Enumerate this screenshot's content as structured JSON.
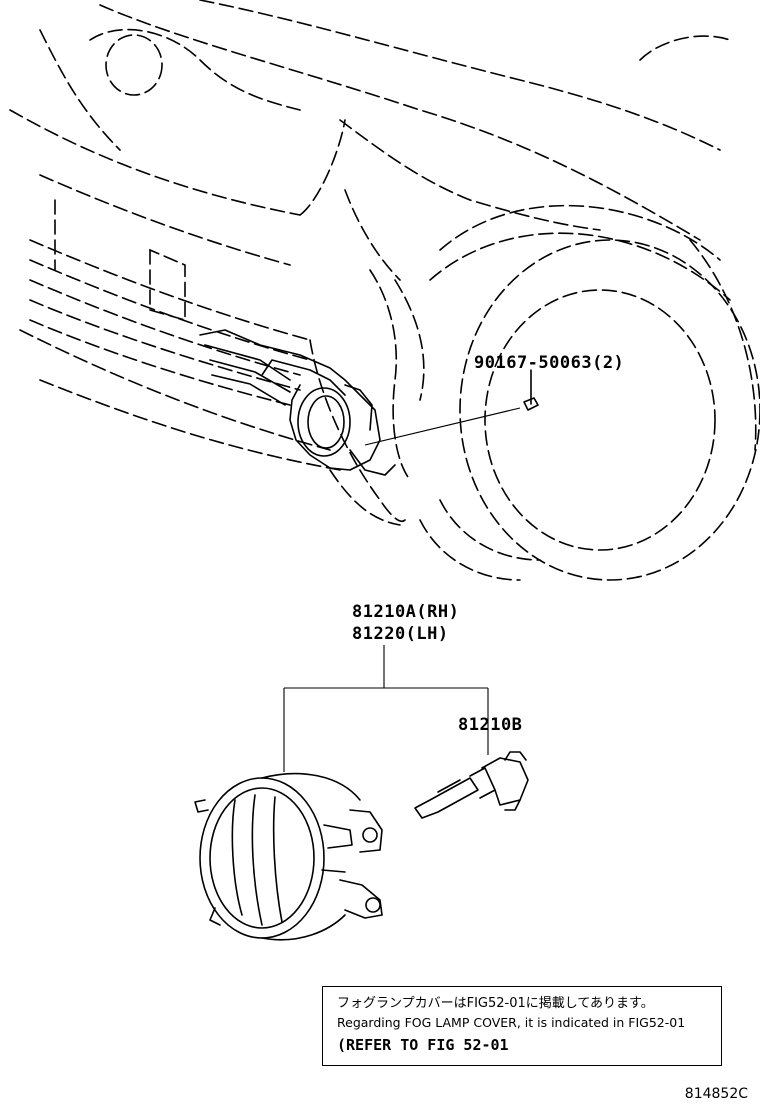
{
  "parts": {
    "bolt": "90167-50063(2)",
    "lamp_rh": "81210A(RH)",
    "lamp_lh": "81220(LH)",
    "bulb": "81210B"
  },
  "note": {
    "line_jp": "フォグランプカバーはFIG52-01に掲載してあります。",
    "line_en": "Regarding FOG LAMP COVER, it is indicated in FIG52-01",
    "line_ref": "(REFER TO FIG 52-01"
  },
  "illustration_id": "814852C"
}
